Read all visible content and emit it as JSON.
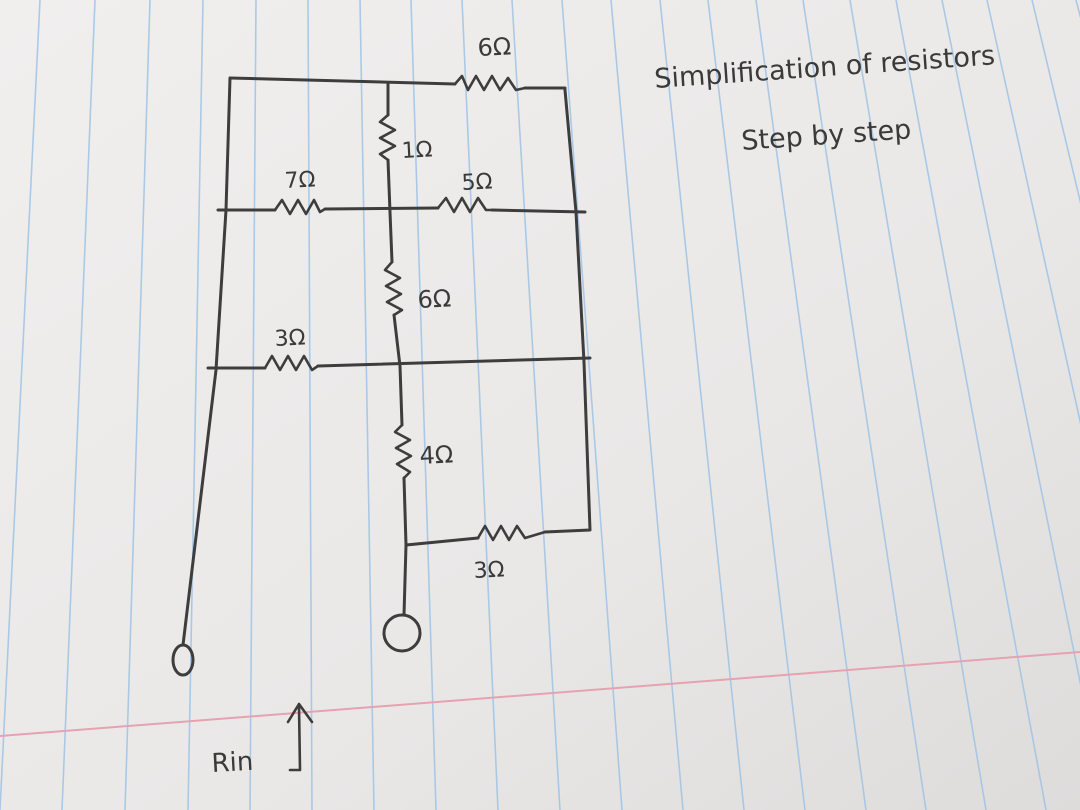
{
  "title": {
    "line1": "Simplification of resistors",
    "line2": "Step by step"
  },
  "resistors": [
    {
      "id": "r-top",
      "label": "6Ω"
    },
    {
      "id": "r-1",
      "label": "1Ω"
    },
    {
      "id": "r-7",
      "label": "7Ω"
    },
    {
      "id": "r-5",
      "label": "5Ω"
    },
    {
      "id": "r-6-mid",
      "label": "6Ω"
    },
    {
      "id": "r-3-left",
      "label": "3Ω"
    },
    {
      "id": "r-4",
      "label": "4Ω"
    },
    {
      "id": "r-3-bottom",
      "label": "3Ω"
    }
  ],
  "rin_label": "Rin",
  "colors": {
    "paper": "#eeeceb",
    "rule_line": "#9fc3e6",
    "margin_line": "#e6a2b0",
    "ink": "#3a3a3a"
  }
}
